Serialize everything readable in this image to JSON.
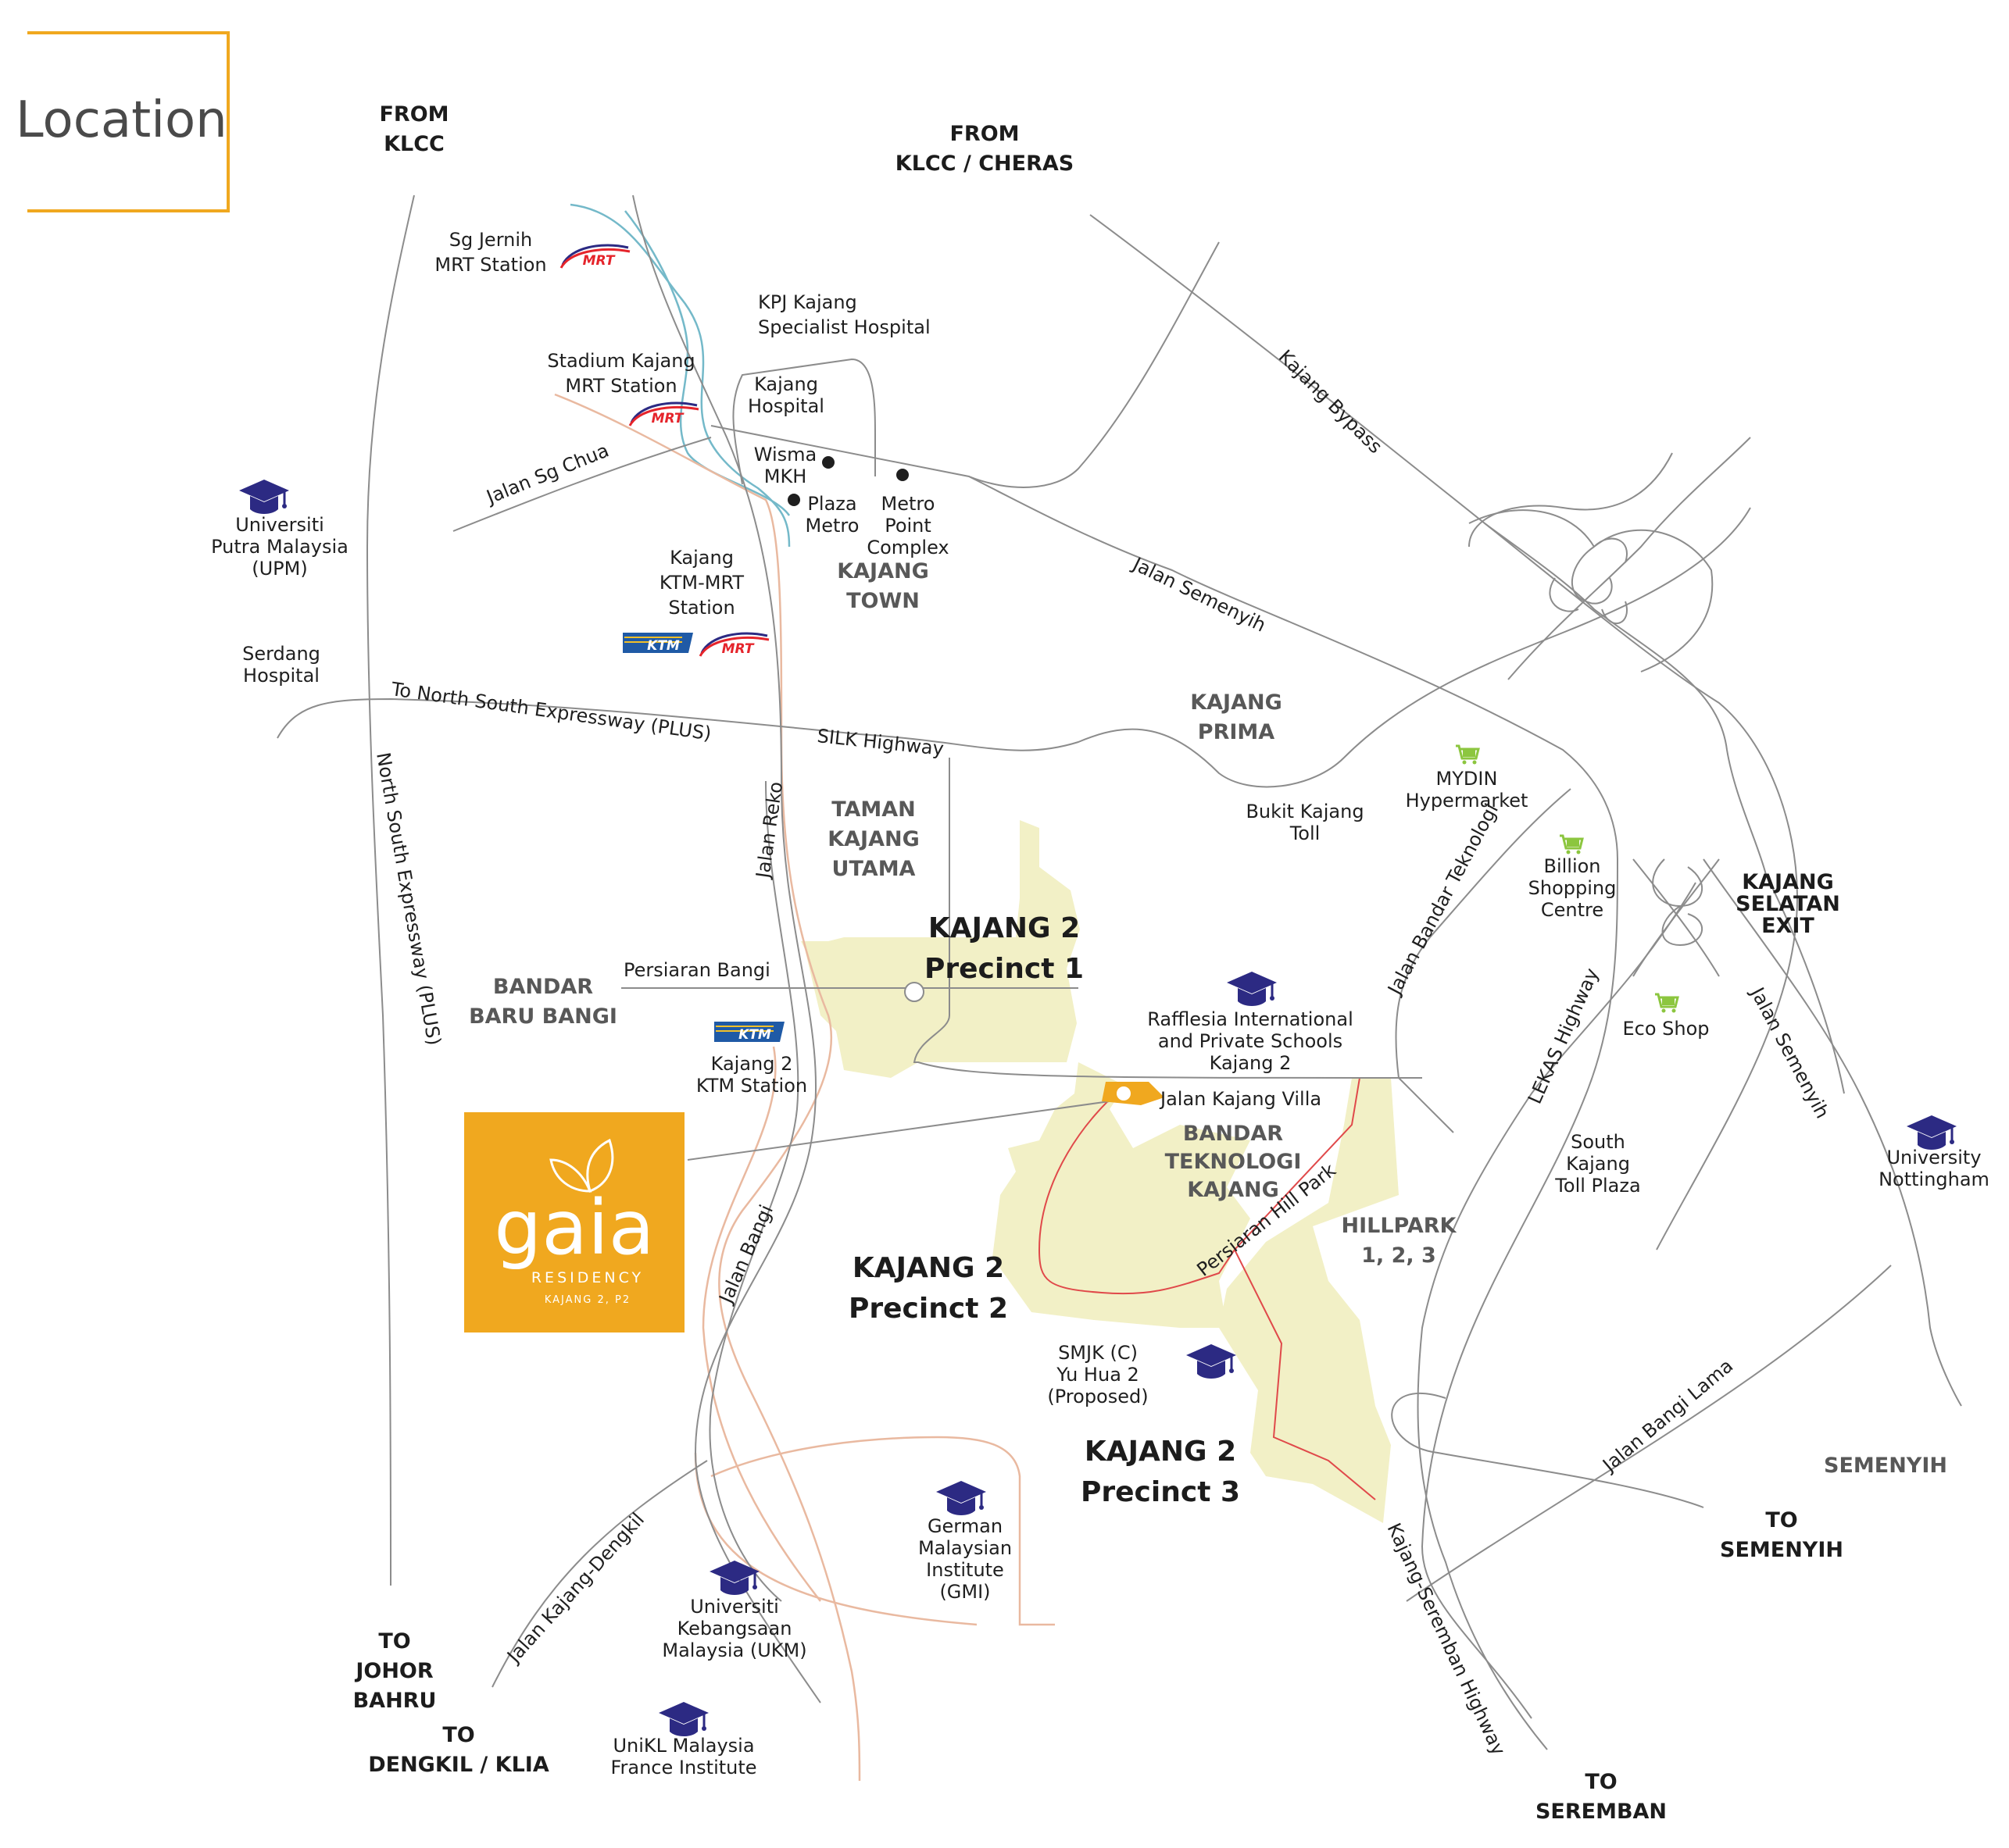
{
  "title": "Location",
  "colors": {
    "accent": "#f0a81f",
    "precinct_fill": "#f2f0c6",
    "road": "#8c8c8c",
    "rail": "#e9b9a0",
    "river": "#74b9c9",
    "hospital": "#e5242b",
    "school": "#2c2a83",
    "shop": "#8cc63f",
    "dev_boundary": "#e0494a"
  },
  "directions": [
    {
      "id": "from-klcc",
      "lines": [
        "FROM",
        "KLCC"
      ]
    },
    {
      "id": "from-klcc-cheras",
      "lines": [
        "FROM",
        "KLCC / CHERAS"
      ]
    },
    {
      "id": "to-johor-bahru",
      "lines": [
        "TO",
        "JOHOR",
        "BAHRU"
      ]
    },
    {
      "id": "to-dengkil-klia",
      "lines": [
        "TO",
        "DENGKIL / KLIA"
      ]
    },
    {
      "id": "to-seremban",
      "lines": [
        "TO",
        "SEREMBAN"
      ]
    },
    {
      "id": "to-semenyih",
      "lines": [
        "TO",
        "SEMENYIH"
      ]
    },
    {
      "id": "kajang-selatan-exit",
      "lines": [
        "KAJANG",
        "SELATAN",
        "EXIT"
      ]
    }
  ],
  "areas": [
    {
      "id": "kajang-town",
      "lines": [
        "KAJANG",
        "TOWN"
      ]
    },
    {
      "id": "kajang-prima",
      "lines": [
        "KAJANG",
        "PRIMA"
      ]
    },
    {
      "id": "taman-kajang-utama",
      "lines": [
        "TAMAN",
        "KAJANG",
        "UTAMA"
      ]
    },
    {
      "id": "bandar-baru-bangi",
      "lines": [
        "BANDAR",
        "BARU BANGI"
      ]
    },
    {
      "id": "bandar-teknologi-kajang",
      "lines": [
        "BANDAR",
        "TEKNOLOGI",
        "KAJANG"
      ]
    },
    {
      "id": "hillpark",
      "lines": [
        "HILLPARK",
        "1, 2, 3"
      ]
    },
    {
      "id": "semenyih",
      "lines": [
        "SEMENYIH"
      ]
    }
  ],
  "precincts": [
    {
      "id": "precinct-1",
      "lines": [
        "KAJANG 2",
        "Precinct 1"
      ]
    },
    {
      "id": "precinct-2",
      "lines": [
        "KAJANG 2",
        "Precinct 2"
      ]
    },
    {
      "id": "precinct-3",
      "lines": [
        "KAJANG 2",
        "Precinct 3"
      ]
    }
  ],
  "roads": [
    {
      "id": "kajang-bypass",
      "text": "Kajang Bypass"
    },
    {
      "id": "jalan-semenyih-1",
      "text": "Jalan Semenyih"
    },
    {
      "id": "jalan-sg-chua",
      "text": "Jalan Sg Chua"
    },
    {
      "id": "to-nse",
      "text": "To North South Expressway (PLUS)"
    },
    {
      "id": "silk-highway",
      "text": "SILK Highway"
    },
    {
      "id": "nse-plus",
      "text": "North South Expressway (PLUS)"
    },
    {
      "id": "jalan-reko",
      "text": "Jalan Reko"
    },
    {
      "id": "persiaran-bangi",
      "text": "Persiaran Bangi"
    },
    {
      "id": "jalan-bandar-teknologi",
      "text": "Jalan Bandar Teknologi"
    },
    {
      "id": "lekas-highway",
      "text": "LEKAS Highway"
    },
    {
      "id": "jalan-semenyih-2",
      "text": "Jalan Semenyih"
    },
    {
      "id": "jalan-kajang-villa",
      "text": "Jalan Kajang Villa"
    },
    {
      "id": "persiaran-hill-park",
      "text": "Persiaran Hill Park"
    },
    {
      "id": "jalan-bangi",
      "text": "Jalan Bangi"
    },
    {
      "id": "jalan-kajang-dengkil",
      "text": "Jalan Kajang-Dengkil"
    },
    {
      "id": "jalan-bangi-lama",
      "text": "Jalan Bangi Lama"
    },
    {
      "id": "kajang-seremban-highway",
      "text": "Kajang-Seremban Highway"
    }
  ],
  "pois": [
    {
      "id": "sg-jernih-mrt",
      "lines": [
        "Sg Jernih",
        "MRT Station"
      ],
      "icon": "mrt-icon"
    },
    {
      "id": "kpj-kajang",
      "lines": [
        "KPJ Kajang",
        "Specialist Hospital"
      ],
      "icon": "hospital-crescent-icon"
    },
    {
      "id": "stadium-kajang-mrt",
      "lines": [
        "Stadium Kajang",
        "MRT Station"
      ],
      "icon": "mrt-icon"
    },
    {
      "id": "kajang-hospital",
      "lines": [
        "Kajang",
        "Hospital"
      ],
      "icon": "hospital-crescent-icon"
    },
    {
      "id": "wisma-mkh",
      "lines": [
        "Wisma",
        "MKH"
      ],
      "icon": "dot-icon"
    },
    {
      "id": "plaza-metro",
      "lines": [
        "Plaza",
        "Metro"
      ],
      "icon": "dot-icon"
    },
    {
      "id": "metro-point",
      "lines": [
        "Metro",
        "Point",
        "Complex"
      ],
      "icon": "dot-icon"
    },
    {
      "id": "upm",
      "lines": [
        "Universiti",
        "Putra Malaysia",
        "(UPM)"
      ],
      "icon": "graduation-cap-icon"
    },
    {
      "id": "kajang-ktm-mrt",
      "lines": [
        "Kajang",
        "KTM-MRT",
        "Station"
      ],
      "icon": "ktm-icon"
    },
    {
      "id": "serdang-hospital",
      "lines": [
        "Serdang",
        "Hospital"
      ],
      "icon": "hospital-crescent-icon"
    },
    {
      "id": "bukit-kajang-toll",
      "lines": [
        "Bukit Kajang",
        "Toll"
      ],
      "icon": ""
    },
    {
      "id": "mydin",
      "lines": [
        "MYDIN",
        "Hypermarket"
      ],
      "icon": "shopping-cart-icon"
    },
    {
      "id": "billion",
      "lines": [
        "Billion",
        "Shopping",
        "Centre"
      ],
      "icon": "shopping-cart-icon"
    },
    {
      "id": "eco-shop",
      "lines": [
        "Eco Shop"
      ],
      "icon": "shopping-cart-icon"
    },
    {
      "id": "kajang2-ktm",
      "lines": [
        "Kajang 2",
        "KTM Station"
      ],
      "icon": "ktm-icon"
    },
    {
      "id": "rafflesia",
      "lines": [
        "Rafflesia International",
        "and Private Schools",
        "Kajang 2"
      ],
      "icon": "graduation-cap-icon"
    },
    {
      "id": "south-kajang-toll",
      "lines": [
        "South",
        "Kajang",
        "Toll Plaza"
      ],
      "icon": ""
    },
    {
      "id": "nottingham",
      "lines": [
        "University",
        "Nottingham"
      ],
      "icon": "graduation-cap-icon"
    },
    {
      "id": "smjk-yu-hua",
      "lines": [
        "SMJK (C)",
        "Yu Hua 2",
        "(Proposed)"
      ],
      "icon": "graduation-cap-icon"
    },
    {
      "id": "gmi",
      "lines": [
        "German",
        "Malaysian",
        "Institute",
        "(GMI)"
      ],
      "icon": "graduation-cap-icon"
    },
    {
      "id": "ukm",
      "lines": [
        "Universiti",
        "Kebangsaan",
        "Malaysia (UKM)"
      ],
      "icon": "graduation-cap-icon"
    },
    {
      "id": "unikl",
      "lines": [
        "UniKL Malaysia",
        "France Institute"
      ],
      "icon": "graduation-cap-icon"
    }
  ],
  "icon_labels": {
    "mrt": "MRT",
    "ktm": "KTM"
  },
  "brand": {
    "logo_word": "gaia",
    "subtitle": "RESIDENCY",
    "sub2": "KAJANG 2, P2"
  }
}
